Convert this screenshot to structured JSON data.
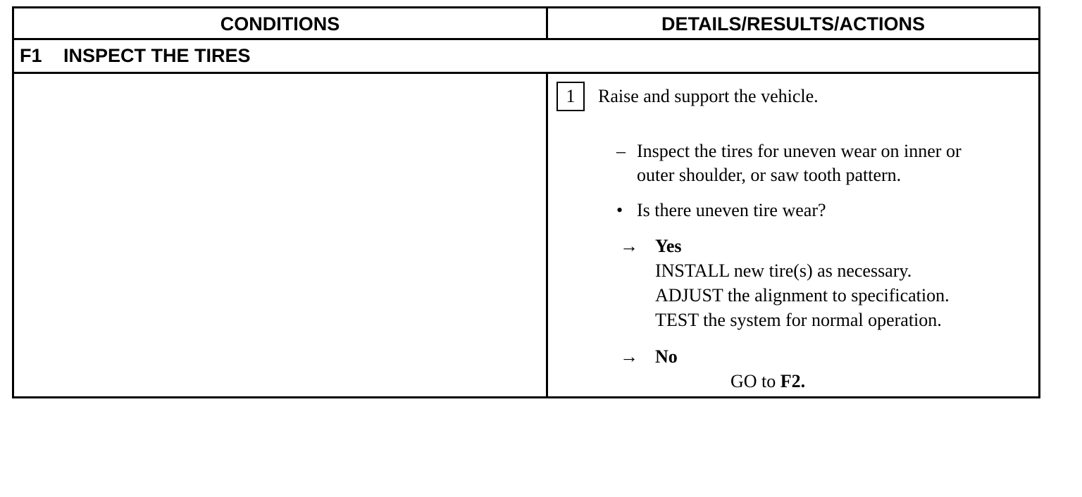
{
  "table": {
    "header_conditions": "CONDITIONS",
    "header_details": "DETAILS/RESULTS/ACTIONS",
    "section_code": "F1",
    "section_title": "INSPECT THE TIRES"
  },
  "step": {
    "number": "1",
    "instruction": "Raise and support the vehicle.",
    "dash": "–",
    "inspect_line1": "Inspect the tires for uneven wear on inner or",
    "inspect_line2": "outer shoulder, or saw tooth pattern.",
    "bullet": "•",
    "question": "Is there uneven tire wear?"
  },
  "yes": {
    "arrow": "→",
    "label": "Yes",
    "action1": "INSTALL new tire(s) as necessary.",
    "action2": "ADJUST the alignment to specification.",
    "action3": "TEST the system for normal operation."
  },
  "no": {
    "arrow": "→",
    "label": "No",
    "go_text": "GO to ",
    "go_target": "F2."
  }
}
